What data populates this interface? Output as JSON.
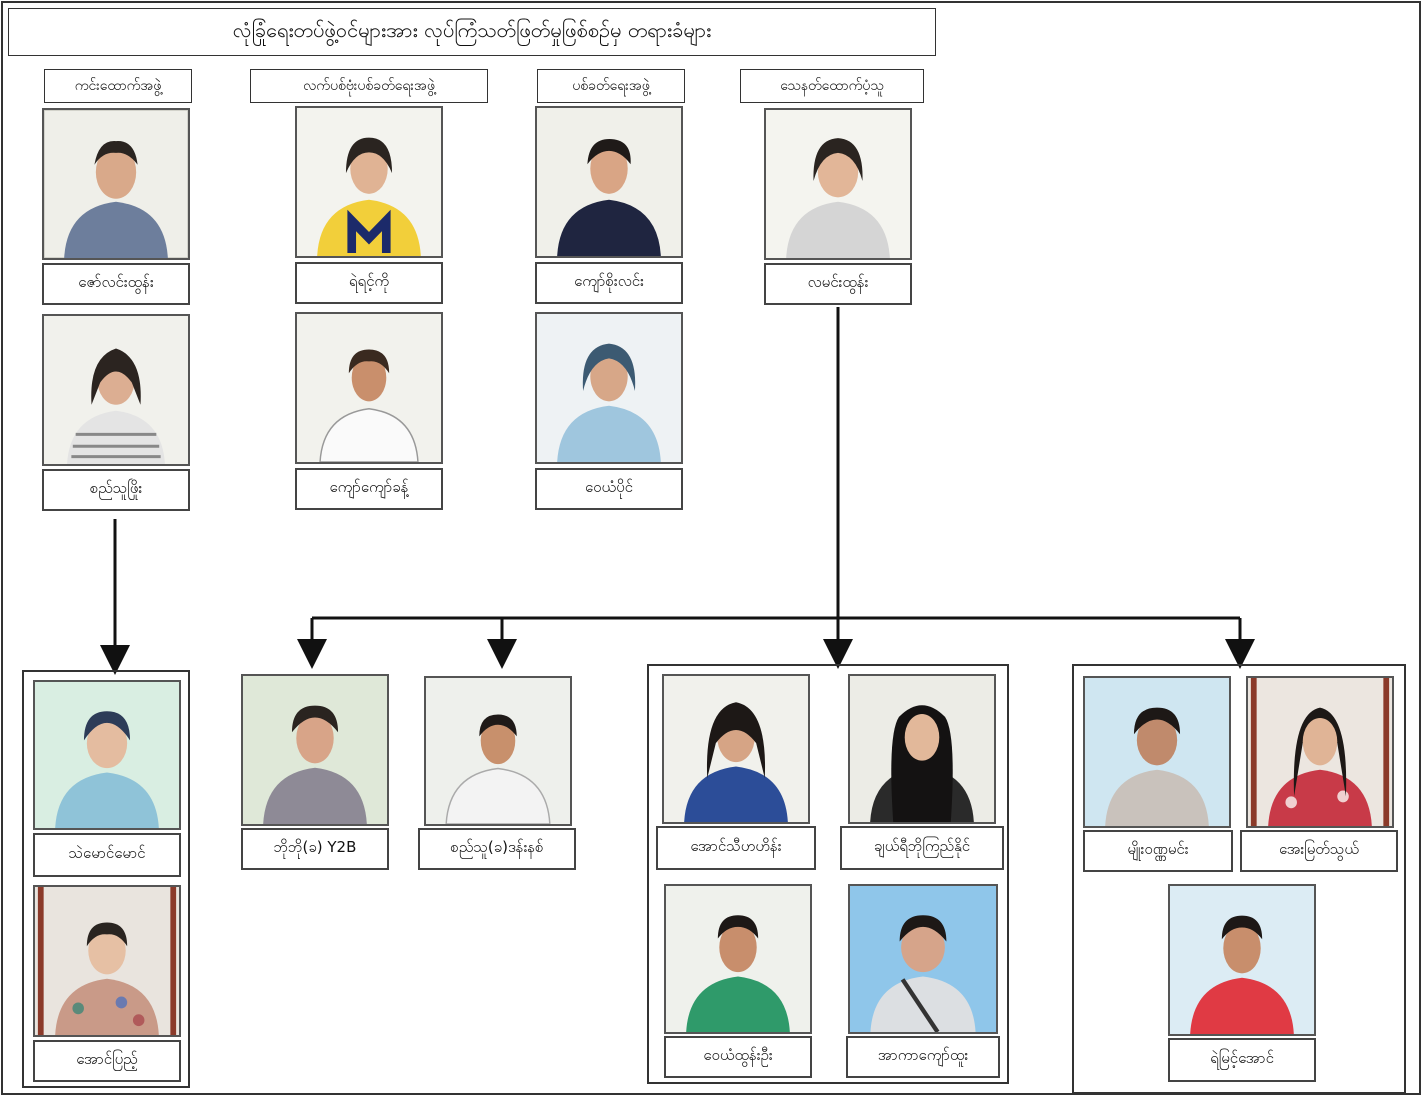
{
  "title": "လုံခြုံရေးတပ်ဖွဲ့ဝင်များအား လုပ်ကြံသတ်ဖြတ်မှုဖြစ်စဉ်မှ တရားခံများ",
  "groups": {
    "g1": {
      "label": "ကင်းထောက်အဖွဲ့",
      "members": [
        "ဇော်လင်းထွန်း",
        "စည်သူဖြိုး"
      ]
    },
    "g2": {
      "label": "လက်ပစ်ဗုံးပစ်ခတ်ရေးအဖွဲ့",
      "members": [
        "ရဲရင့်ကို",
        "ကျော်ကျော်ခန့်"
      ]
    },
    "g3": {
      "label": "ပစ်ခတ်ရေးအဖွဲ့",
      "members": [
        "ကျော်စိုးလင်း",
        "ဝေယံပိုင်"
      ]
    },
    "g4": {
      "label": "သေနတ်ထောက်ပံ့သူ",
      "members": [
        "လမင်းထွန်း"
      ]
    }
  },
  "bottom": {
    "b1": [
      "သဲမောင်မောင်",
      "အောင်ပြည့်"
    ],
    "b2": [
      "ဘိုဘို(ခ) Y2B"
    ],
    "b3": [
      "စည်သူ(ခ)ဒန်းနစ်"
    ],
    "b4": [
      "အောင်သီဟဟိန်း",
      "ချယ်ရီဘိုကြည်နိုင်",
      "ဝေယံထွန်းဦး",
      "အာကာကျော်ထူး"
    ],
    "b5": [
      "မျိုးဝဏ္ဏမင်း",
      "အေးမြတ်သွယ်",
      "ရဲမြင့်အောင်"
    ]
  },
  "colors": {
    "border": "#333333",
    "arrow": "#111111"
  }
}
